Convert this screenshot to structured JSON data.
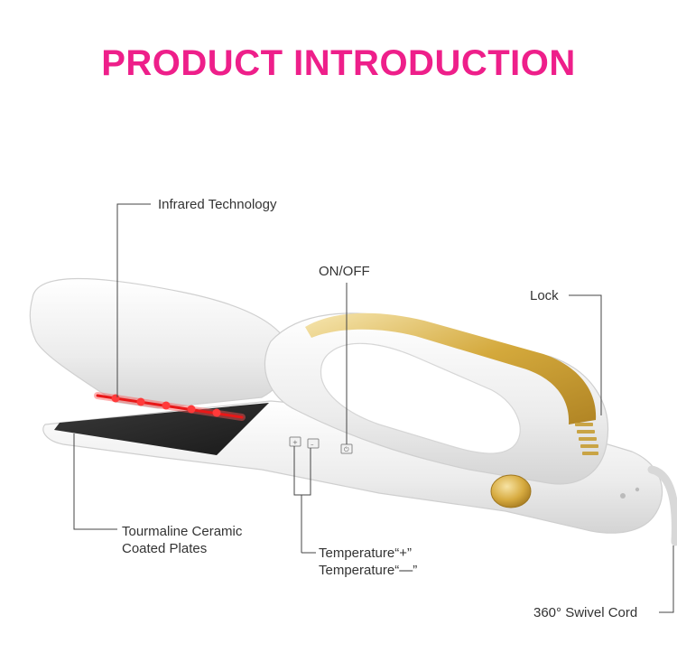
{
  "page": {
    "title": "PRODUCT INTRODUCTION",
    "title_color": "#ee1f8a"
  },
  "callouts": {
    "infrared": "Infrared Technology",
    "on_off": "ON/OFF",
    "lock": "Lock",
    "plates_line1": "Tourmaline Ceramic",
    "plates_line2": "Coated Plates",
    "temp_plus": "Temperature“+”",
    "temp_minus": "Temperature“—”",
    "cord": "360° Swivel Cord"
  },
  "colors": {
    "infrared_light": "#ff2a2a",
    "gold_trim": "#d4a93c",
    "body_white": "#f4f4f4"
  }
}
